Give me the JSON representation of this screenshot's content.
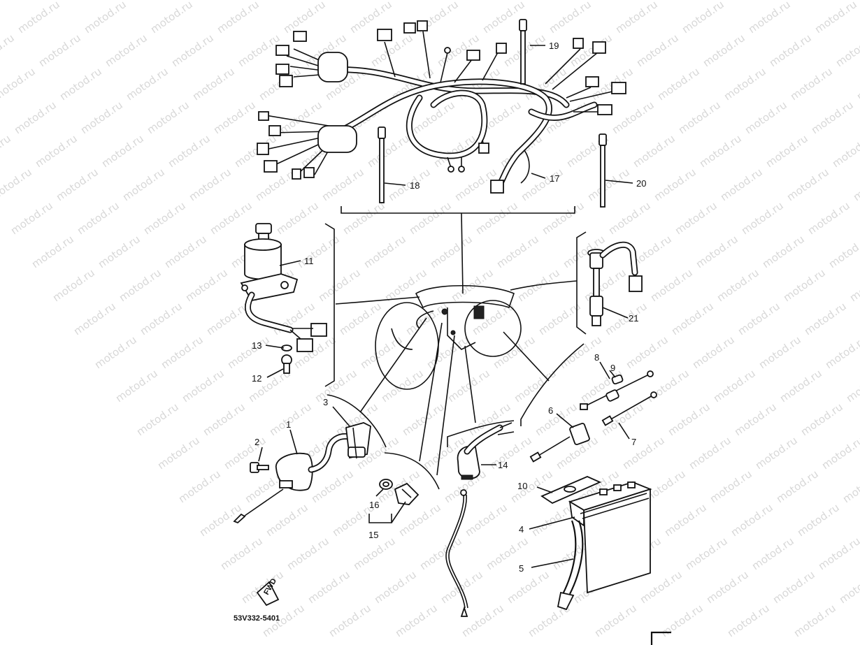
{
  "watermark": "motod.ru",
  "diagram_code": "53V332-5401",
  "fwd_label": "FWD",
  "callouts": {
    "c1": "1",
    "c2": "2",
    "c3": "3",
    "c4": "4",
    "c5": "5",
    "c6": "6",
    "c7": "7",
    "c8": "8",
    "c9": "9",
    "c10": "10",
    "c11": "11",
    "c12": "12",
    "c13": "13",
    "c14": "14",
    "c15": "15",
    "c16": "16",
    "c17": "17",
    "c18": "18",
    "c19": "19",
    "c20": "20",
    "c21": "21"
  }
}
